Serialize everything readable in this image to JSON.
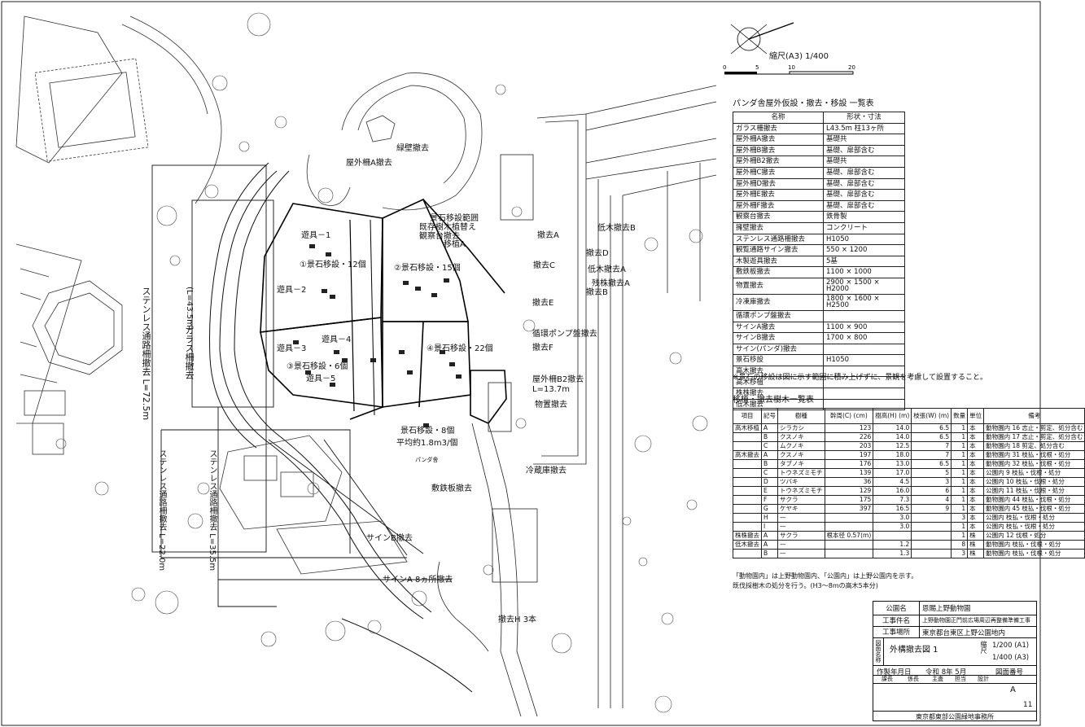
{
  "plan_labels": {
    "glass_fence_remove": "ガラス柵撤去",
    "glass_fence_len": "(L=43.5m)",
    "stainless_fence_remove": "ステンレス通路柵撤去 L=72.5m",
    "stainless_fence_b": "ステンレス通路柵撤去 L=22.0m",
    "stainless_fence_c": "ステンレス通路柵撤去 L=35.5m",
    "outdoor_a": "屋外柵A撤去",
    "greening_remove": "緑壁撤去",
    "landscape_stone_range": "景石移設範囲",
    "stone_note1": "既存樹木植替え",
    "stone_note2": "観察台撤去",
    "play1": "遊具－1",
    "play2": "遊具－2",
    "play3": "遊具－3",
    "play4": "遊具－4",
    "play5": "遊具－5",
    "stone1": "①景石移設・12個",
    "stone2": "②景石移設・15個",
    "stone3": "③景石移設・6個",
    "stone4": "④景石移設・22個",
    "stone5": "景石移設・8個",
    "stone5b": "平均約1.8m3/個",
    "move_a": "移植A",
    "remove_a": "撤去A",
    "remove_b": "撤去B",
    "remove_c": "撤去C",
    "remove_d": "撤去D",
    "remove_e": "撤去E",
    "low_tree_b": "低木撤去B",
    "low_tree_a": "低木撤去A",
    "stake_a": "残株撤去A",
    "pump_remove": "循環ポンプ盤撤去",
    "remove_f": "撤去F",
    "outdoor_b2": "屋外柵B2撤去",
    "outdoor_b2_len": "L=13.7m",
    "display_remove": "物置撤去",
    "cool_remove": "冷蔵庫撤去",
    "plate_remove": "敷鉄板撤去",
    "sign_b": "サインB撤去",
    "sign_a": "サインA 8ヵ所撤去",
    "remove_h": "撤去H 3本",
    "panda_house": "パンダ舎"
  },
  "scale": {
    "label": "縮尺(A3) 1/400",
    "ticks": [
      "0",
      "5",
      "10",
      "20"
    ]
  },
  "table1": {
    "title": "パンダ舎屋外仮設・撤去・移設 一覧表",
    "headers": [
      "名称",
      "形状・寸法"
    ],
    "rows": [
      [
        "ガラス柵撤去",
        "L43.5m 柱13ヶ所"
      ],
      [
        "屋外柵A撤去",
        "基礎共"
      ],
      [
        "屋外柵B撤去",
        "基礎、扉部含む"
      ],
      [
        "屋外柵B2撤去",
        "基礎共"
      ],
      [
        "屋外柵C撤去",
        "基礎、扉部含む"
      ],
      [
        "屋外柵D撤去",
        "基礎、扉部含む"
      ],
      [
        "屋外柵E撤去",
        "基礎、扉部含む"
      ],
      [
        "屋外柵F撤去",
        "基礎、扉部含む"
      ],
      [
        "観察台撤去",
        "鉄骨製"
      ],
      [
        "擁壁撤去",
        "コンクリート"
      ],
      [
        "ステンレス通路柵撤去",
        "H1050"
      ],
      [
        "観覧通路サイン撤去",
        "550 × 1200"
      ],
      [
        "木製遊具撤去",
        "5基"
      ],
      [
        "敷鉄板撤去",
        "1100 × 1000"
      ],
      [
        "物置撤去",
        "2900 × 1500 × H2000"
      ],
      [
        "冷凍庫撤去",
        "1800 × 1600 × H2500"
      ],
      [
        "循環ポンプ盤撤去",
        ""
      ],
      [
        "サインA撤去",
        "1100 × 900"
      ],
      [
        "サインB撤去",
        "1700 × 800"
      ],
      [
        "サイン(パンダ)撤去",
        ""
      ],
      [
        "景石移設",
        "H1050"
      ],
      [
        "高木撤去",
        ""
      ],
      [
        "高木移植",
        ""
      ],
      [
        "株株撤去",
        ""
      ],
      [
        "低木撤去",
        ""
      ]
    ]
  },
  "note1": "※景石の移設は図に示す範囲に積み上げずに、景観を考慮して設置すること。",
  "table2": {
    "title": "移植・撤去樹木一覧表",
    "headers": [
      "項目",
      "記号",
      "樹種",
      "幹周(C) (cm)",
      "樹高(H) (m)",
      "枝張(W) (m)",
      "数量",
      "単位",
      "備考"
    ],
    "rows": [
      [
        "高木移植",
        "A",
        "シラカシ",
        "123",
        "14.0",
        "6.5",
        "1",
        "本",
        "動物園内 16 志止・剪定、処分含む"
      ],
      [
        "",
        "B",
        "クスノキ",
        "226",
        "14.0",
        "6.5",
        "1",
        "本",
        "動物園内 17 志止・剪定、処分含む"
      ],
      [
        "",
        "C",
        "ムクノキ",
        "203",
        "12.5",
        "7",
        "1",
        "本",
        "動物園内 18 剪定、処分含む"
      ],
      [
        "高木撤去",
        "A",
        "クスノキ",
        "197",
        "18.0",
        "7",
        "1",
        "本",
        "動物園内 31 枝払・伐根・処分"
      ],
      [
        "",
        "B",
        "タブノキ",
        "176",
        "13.0",
        "6.5",
        "1",
        "本",
        "動物園内 32 枝払・伐根・処分"
      ],
      [
        "",
        "C",
        "トウネズミモチ",
        "139",
        "17.0",
        "5",
        "1",
        "本",
        "公園内 9 枝払・伐根・処分"
      ],
      [
        "",
        "D",
        "ツバキ",
        "36",
        "4.5",
        "3",
        "1",
        "本",
        "公園内 10 枝払・伐根・処分"
      ],
      [
        "",
        "E",
        "トウネズミモチ",
        "129",
        "16.0",
        "6",
        "1",
        "本",
        "公園内 11 枝払・伐根・処分"
      ],
      [
        "",
        "F",
        "サクラ",
        "175",
        "7.3",
        "4",
        "1",
        "本",
        "動物園内 44 枝払・伐根・処分"
      ],
      [
        "",
        "G",
        "ケヤキ",
        "397",
        "16.5",
        "9",
        "1",
        "本",
        "動物園内 45 枝払・伐根・処分"
      ],
      [
        "",
        "H",
        "—",
        "",
        "3.0",
        "",
        "3",
        "本",
        "公園内 枝払・伐根・処分"
      ],
      [
        "",
        "I",
        "—",
        "",
        "3.0",
        "",
        "1",
        "本",
        "公園内 枝払・伐根・処分"
      ],
      [
        "株株撤去",
        "A",
        "サクラ",
        "根本径 0.57(m)",
        "",
        "",
        "1",
        "株",
        "公園内 12 伐根・処分"
      ],
      [
        "低木撤去",
        "A",
        "—",
        "",
        "1.2",
        "",
        "8",
        "株",
        "動物園内 枝払・伐根・処分"
      ],
      [
        "",
        "B",
        "—",
        "",
        "1.3",
        "",
        "3",
        "株",
        "動物園内 枝払・伐根・処分"
      ]
    ]
  },
  "notes2": [
    "「動物園内」は上野動物園内、「公園内」は上野公園内を示す。",
    "既伐採樹木の処分を行う。(H3～8mの高木5本分)"
  ],
  "title_block": {
    "park_key": "公園名",
    "park": "恩賜上野動物園",
    "work_key": "工事件名",
    "work": "上野動物園正門前広場周辺再整備準備工事",
    "place_key": "工事場所",
    "place": "東京都台東区上野公園地内",
    "drawing_key": "図面名称",
    "drawing": "外構撤去図 1",
    "scale_a1": "1/200 (A1)",
    "scale_a3": "1/400 (A3)",
    "scale_key": "縮尺",
    "date_key": "作製年月日",
    "date": "令和 8年 5月",
    "no_key": "図面番号",
    "roles": [
      "課長",
      "係長",
      "主査",
      "担当",
      "設計"
    ],
    "sheet": "A",
    "sheet_no": "11",
    "office": "東京都東部公園緑地事務所"
  }
}
